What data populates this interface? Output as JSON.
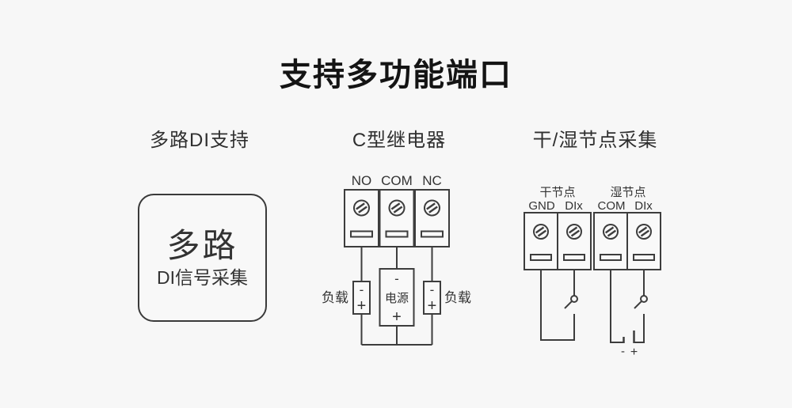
{
  "colors": {
    "background": "#f7f7f7",
    "line": "#3d3d3d",
    "text": "#333333",
    "title_text": "#141414"
  },
  "title": "支持多功能端口",
  "sections": {
    "di": {
      "header": "多路DI支持",
      "box_line1": "多路",
      "box_line2": "DI信号采集"
    },
    "relay": {
      "header": "C型继电器",
      "terminals": [
        "NO",
        "COM",
        "NC"
      ],
      "load_left": "负载",
      "load_right": "负载",
      "power": "电源",
      "minus": "-",
      "plus": "+"
    },
    "contacts": {
      "header": "干/湿节点采集",
      "dry_label": "干节点",
      "wet_label": "湿节点",
      "dry_terminals": [
        "GND",
        "DIx"
      ],
      "wet_terminals": [
        "COM",
        "DIx"
      ],
      "battery_minus": "-",
      "battery_plus": "+"
    }
  }
}
